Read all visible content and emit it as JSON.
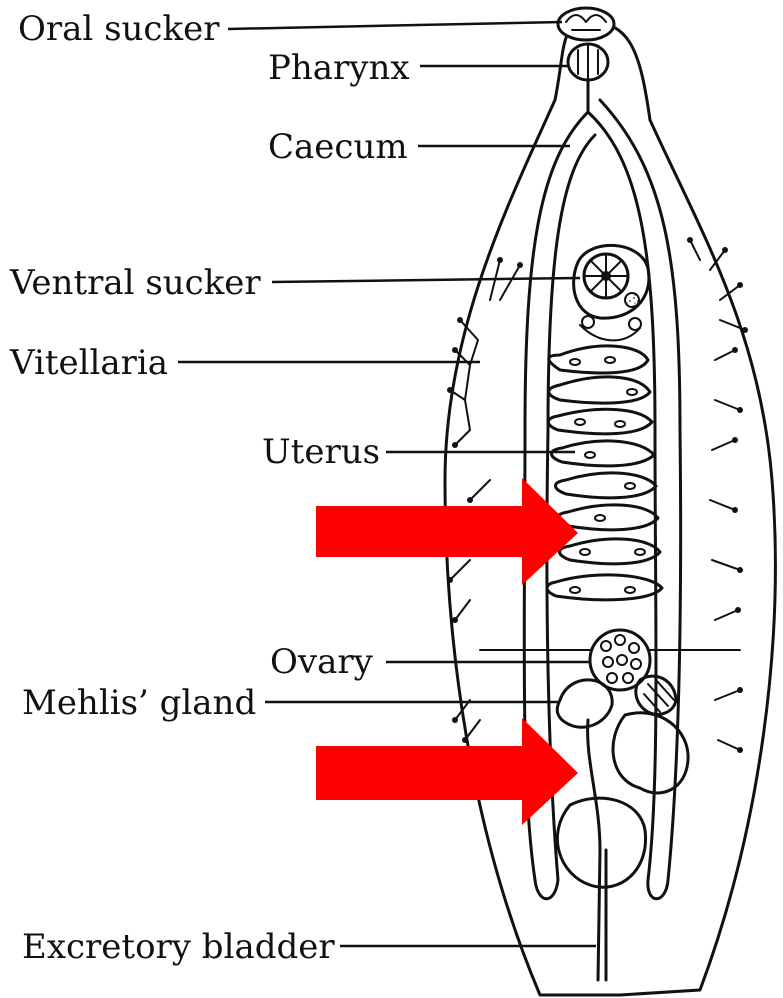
{
  "labels": {
    "oral_sucker": "Oral sucker",
    "pharynx": "Pharynx",
    "caecum": "Caecum",
    "ventral_sucker": "Ventral sucker",
    "vitellaria": "Vitellaria",
    "uterus": "Uterus",
    "ovary": "Ovary",
    "mehlis_gland": "Mehlis’ gland",
    "excretory_bladder": "Excretory bladder"
  },
  "colors": {
    "ink": "#111111",
    "arrow": "#ff0000",
    "background": "#ffffff"
  }
}
